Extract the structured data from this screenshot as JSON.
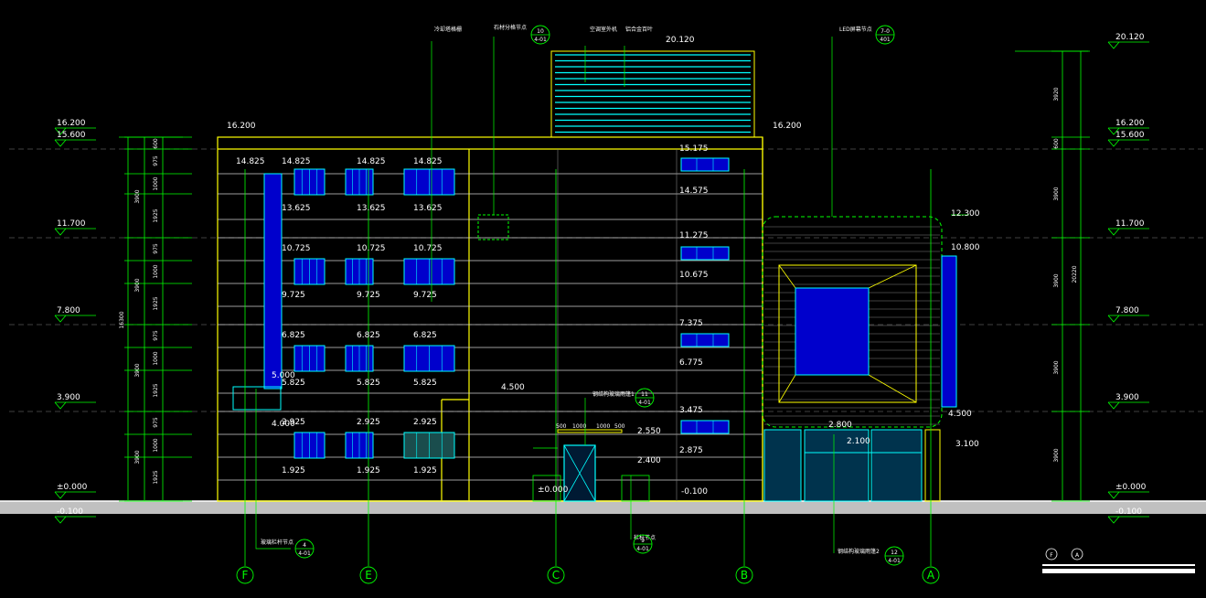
{
  "colors": {
    "background": "#000000",
    "outline": "#ffff00",
    "dimension": "#00ff00",
    "window": "#00ffff",
    "floor_line": "#ffffff",
    "ground": "#c0c0c0"
  },
  "left_elevations": [
    "16.200",
    "15.600",
    "11.700",
    "7.800",
    "3.900",
    "±0.000",
    "-0.100"
  ],
  "right_elevations": [
    "20.120",
    "16.200",
    "15.600",
    "11.700",
    "7.800",
    "3.900",
    "±0.000",
    "-0.100"
  ],
  "roof_marks": {
    "top": "20.120",
    "left_parapet": "16.200",
    "right_parapet": "16.200",
    "led_top": "12.300",
    "led_right": "10.800",
    "led_bottom": "4.500",
    "canopy": "3.100"
  },
  "left_dims_outer": [
    "3900",
    "3900",
    "3900",
    "3900"
  ],
  "left_dims_inner": [
    "600",
    "975",
    "1000",
    "1925",
    "975",
    "1000",
    "1925",
    "975",
    "1000",
    "1925",
    "975",
    "1000",
    "1925"
  ],
  "left_total": "16300",
  "right_dims": [
    "3920",
    "600",
    "3900",
    "3900",
    "3900",
    "3900"
  ],
  "right_total": "20220",
  "window_tops": [
    "14.825",
    "10.725",
    "6.825",
    "2.925"
  ],
  "window_bottoms": [
    "13.625",
    "9.725",
    "5.825",
    "1.925"
  ],
  "stair_marks": [
    "15.175",
    "11.275",
    "7.375",
    "3.475"
  ],
  "stair_marks_low": [
    "14.575",
    "10.675",
    "6.775",
    "2.875"
  ],
  "misc_marks": {
    "left_top": "14.825",
    "left_5": "5.000",
    "left_4": "4.000",
    "mid_4500": "4.500",
    "door_2550": "2.550",
    "door_2400": "2.400",
    "door_0": "±0.000",
    "door_neg": "-0.100",
    "led_2800": "2.800",
    "led_2100": "2.100"
  },
  "door_dims": [
    "500",
    "1000",
    "1000",
    "500"
  ],
  "labels": {
    "cooling": "冷却塔格栅",
    "stone": "石材分格节点",
    "equip": "空调室外机",
    "louver": "铝合金百叶",
    "led": "LED屏幕节点",
    "canopy1": "钢结构玻璃雨篷1",
    "canopy2": "钢结构玻璃雨篷2",
    "rail_glass": "玻璃栏杆节点",
    "rail": "栏杆节点"
  },
  "callouts": [
    {
      "num": "10",
      "sheet": "4-01"
    },
    {
      "num": "7-0",
      "sheet": "401"
    },
    {
      "num": "11",
      "sheet": "4-01"
    },
    {
      "num": "4",
      "sheet": "4-01"
    },
    {
      "num": "9",
      "sheet": "4-01"
    },
    {
      "num": "12",
      "sheet": "4-01"
    }
  ],
  "axes": [
    "F",
    "E",
    "C",
    "B",
    "A"
  ],
  "legend_axes": [
    "F",
    "A"
  ]
}
